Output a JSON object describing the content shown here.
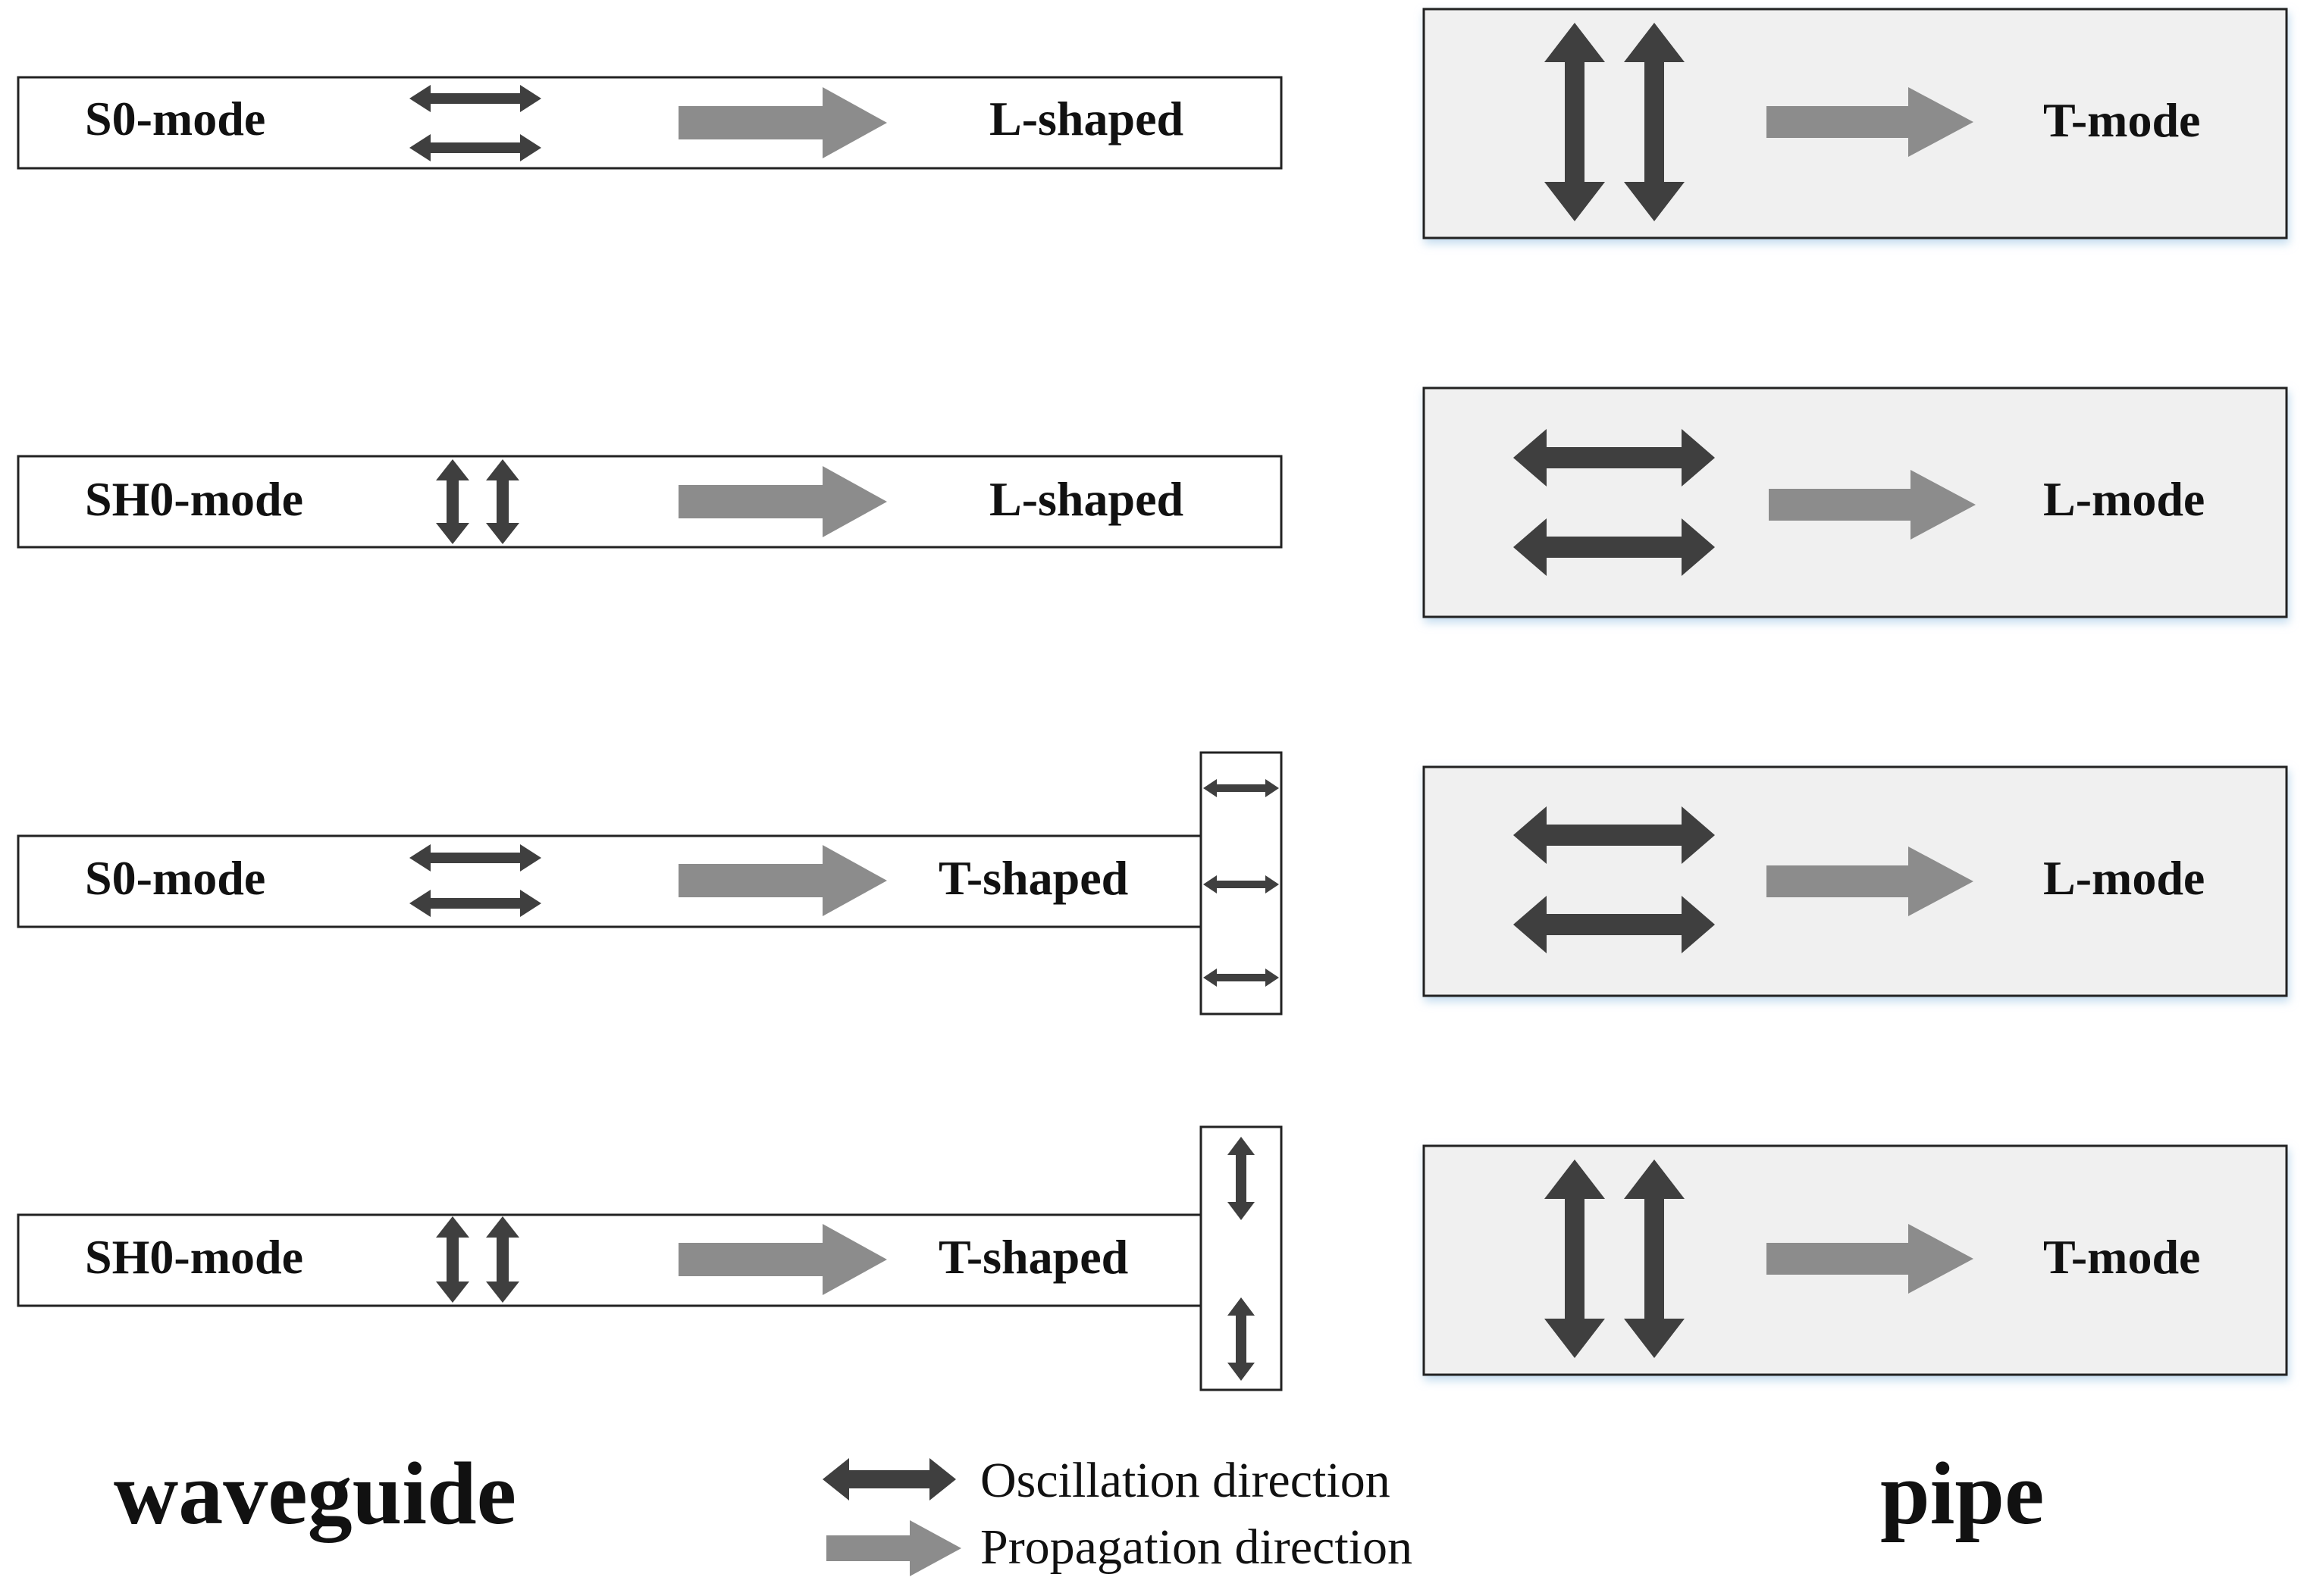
{
  "colors": {
    "oscillation_arrow": "#3f3f3f",
    "propagation_arrow": "#8c8c8c",
    "pipe_fill": "#f0f0f0",
    "waveguide_fill": "#ffffff",
    "outline": "#222222",
    "text": "#111111"
  },
  "waveguide": {
    "title": "waveguide",
    "rows": [
      {
        "mode_label": "S0-mode",
        "shape_label": "L-shaped",
        "oscillation": "horizontal",
        "end_cap": "none"
      },
      {
        "mode_label": "SH0-mode",
        "shape_label": "L-shaped",
        "oscillation": "vertical",
        "end_cap": "none"
      },
      {
        "mode_label": "S0-mode",
        "shape_label": "T-shaped",
        "oscillation": "horizontal",
        "end_cap": "horizontal-arrows"
      },
      {
        "mode_label": "SH0-mode",
        "shape_label": "T-shaped",
        "oscillation": "vertical",
        "end_cap": "vertical-arrows"
      }
    ]
  },
  "pipe": {
    "title": "pipe",
    "rows": [
      {
        "mode_label": "T-mode",
        "oscillation": "vertical"
      },
      {
        "mode_label": "L-mode",
        "oscillation": "horizontal"
      },
      {
        "mode_label": "L-mode",
        "oscillation": "horizontal"
      },
      {
        "mode_label": "T-mode",
        "oscillation": "vertical"
      }
    ]
  },
  "legend": {
    "oscillation_label": "Oscillation direction",
    "propagation_label": "Propagation direction",
    "oscillation_icon": "double-headed-arrow-icon",
    "propagation_icon": "right-arrow-icon"
  }
}
